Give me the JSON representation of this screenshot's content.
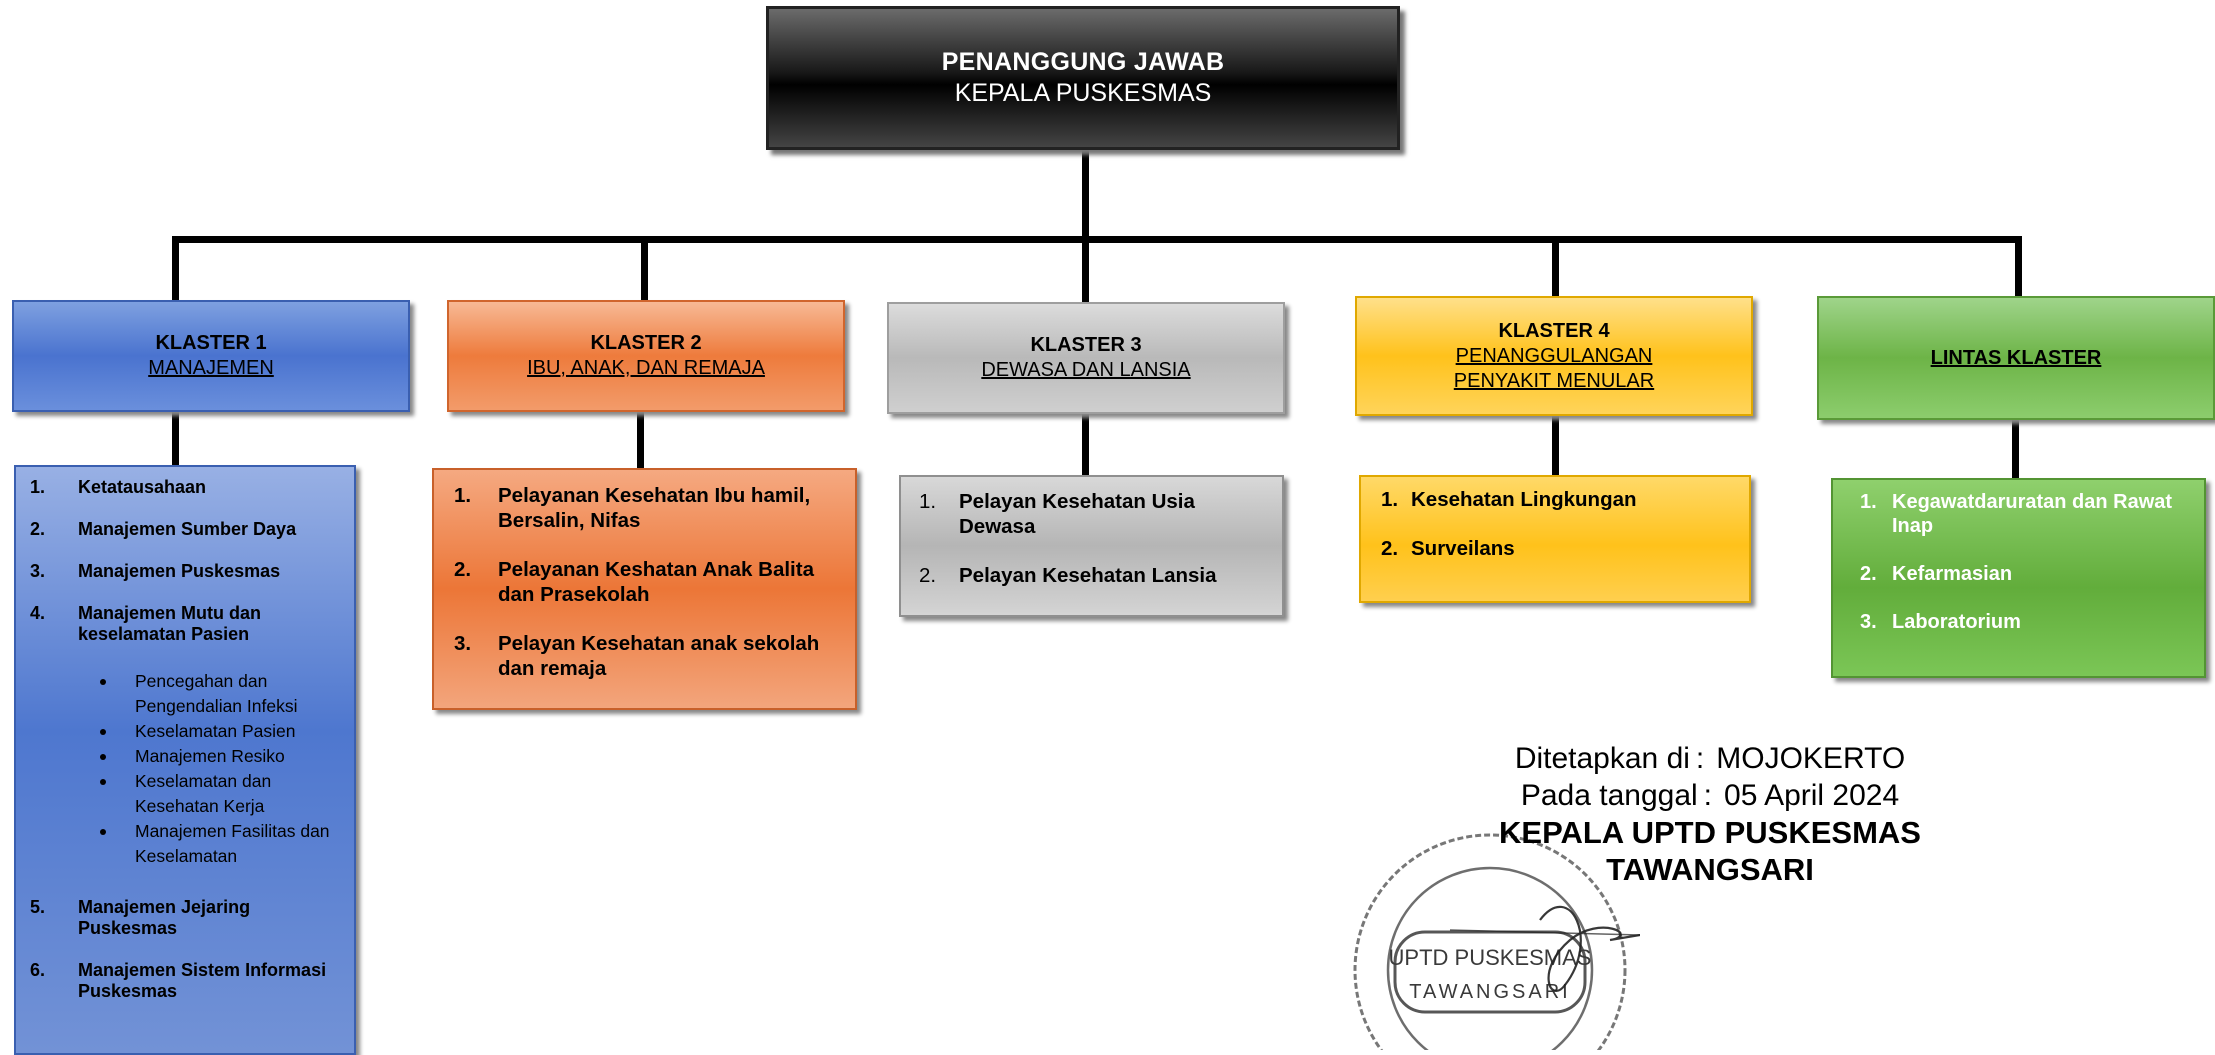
{
  "root": {
    "title": "PENANGGUNG JAWAB",
    "subtitle": "KEPALA PUSKESMAS"
  },
  "clusters": [
    {
      "heading": "KLASTER 1",
      "name": "MANAJEMEN",
      "items": [
        {
          "num": "1.",
          "label": "Ketatausahaan"
        },
        {
          "num": "2.",
          "label": "Manajemen Sumber Daya"
        },
        {
          "num": "3.",
          "label": "Manajemen Puskesmas"
        },
        {
          "num": "4.",
          "label": "Manajemen Mutu dan keselamatan Pasien",
          "subitems": [
            "Pencegahan dan Pengendalian Infeksi",
            "Keselamatan Pasien",
            "Manajemen Resiko",
            "Keselamatan dan Kesehatan Kerja",
            "Manajemen Fasilitas dan Keselamatan"
          ]
        },
        {
          "num": "5.",
          "label": "Manajemen Jejaring Puskesmas"
        },
        {
          "num": "6.",
          "label": "Manajemen Sistem Informasi Puskesmas"
        }
      ]
    },
    {
      "heading": "KLASTER 2",
      "name": "IBU, ANAK, DAN REMAJA",
      "items": [
        {
          "num": "1.",
          "label": "Pelayanan Kesehatan Ibu hamil, Bersalin, Nifas"
        },
        {
          "num": "2.",
          "label": "Pelayanan Keshatan Anak Balita dan Prasekolah"
        },
        {
          "num": "3.",
          "label": "Pelayan Kesehatan anak sekolah dan remaja"
        }
      ]
    },
    {
      "heading": "KLASTER 3",
      "name": "DEWASA DAN LANSIA",
      "items": [
        {
          "num": "1.",
          "label": "Pelayan Kesehatan Usia Dewasa"
        },
        {
          "num": "2.",
          "label": "Pelayan Kesehatan Lansia"
        }
      ]
    },
    {
      "heading": "KLASTER 4",
      "name": "PENANGGULANGAN PENYAKIT MENULAR",
      "items": [
        {
          "num": "1.",
          "label": "Kesehatan Lingkungan"
        },
        {
          "num": "2.",
          "label": "Surveilans"
        }
      ]
    },
    {
      "heading": "",
      "name": "LINTAS KLASTER",
      "items": [
        {
          "num": "1.",
          "label": "Kegawatdaruratan dan Rawat Inap"
        },
        {
          "num": "2.",
          "label": "Kefarmasian"
        },
        {
          "num": "3.",
          "label": "Laboratorium"
        }
      ]
    }
  ],
  "signature": {
    "place_label": "Ditetapkan di",
    "place_value": "MOJOKERTO",
    "date_label": "Pada tanggal",
    "date_value": "05 April 2024",
    "title_line1": "KEPALA UPTD PUSKESMAS",
    "title_line2": "TAWANGSARI",
    "stamp_text_line1": "UPTD PUSKESMAS",
    "stamp_text_line2": "TAWANGSARI"
  },
  "colors": {
    "klaster1": "#4a73cf",
    "klaster2": "#ee7b3c",
    "klaster3": "#b9b9b9",
    "klaster4": "#ffc21b",
    "lintas": "#6db447"
  }
}
